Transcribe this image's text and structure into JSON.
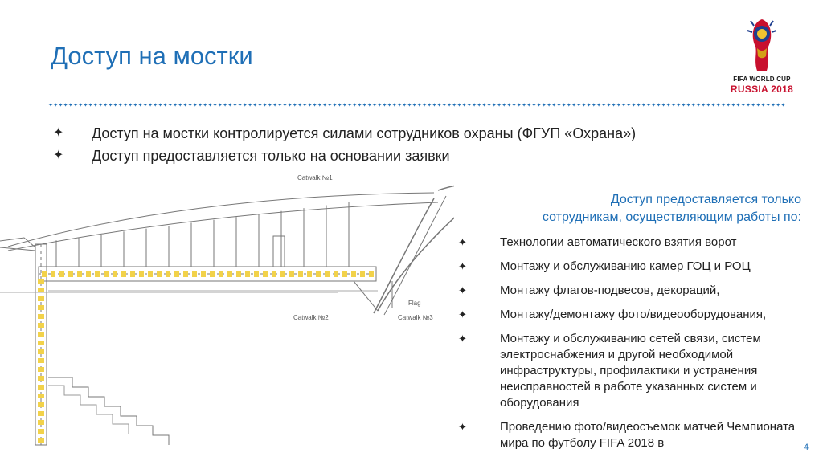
{
  "slide": {
    "title": "Доступ на мостки",
    "page_number": "4",
    "accent_color": "#1f6fb6"
  },
  "logo": {
    "line1": "FIFA WORLD CUP",
    "line2": "RUSSIA 2018"
  },
  "bullets": [
    {
      "marker": "✦",
      "text": "Доступ на мостки контролируется силами сотрудников охраны (ФГУП «Охрана»)"
    },
    {
      "marker": "✦",
      "text": "Доступ предоставляется только на основании заявки"
    }
  ],
  "drawing_labels": {
    "catwalk1": "Catwalk №1",
    "catwalk2": "Catwalk №2",
    "catwalk3": "Catwalk №3",
    "flag": "Flag"
  },
  "side": {
    "heading_line1": "Доступ предоставляется только",
    "heading_line2": "сотрудникам, осуществляющим работы по:",
    "items": [
      {
        "marker": "✦",
        "text": "Технологии автоматического взятия ворот"
      },
      {
        "marker": "✦",
        "text": "Монтажу и обслуживанию камер ГОЦ и РОЦ"
      },
      {
        "marker": "✦",
        "text": "Монтажу флагов-подвесов, декораций,"
      },
      {
        "marker": "✦",
        "text": "Монтажу/демонтажу фото/видеооборудования,"
      },
      {
        "marker": "✦",
        "text": "Монтажу и обслуживанию сетей связи, систем электроснабжения и другой необходимой инфраструктуры, профилактики и устранения неисправностей в работе указанных систем и оборудования"
      },
      {
        "marker": "✦",
        "text": "Проведению фото/видеосъемок матчей Чемпионата мира по футболу FIFA 2018 в"
      }
    ]
  }
}
